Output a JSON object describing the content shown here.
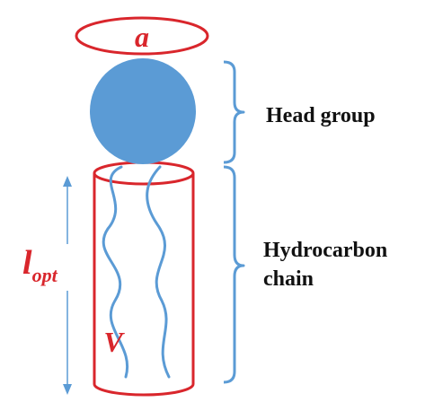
{
  "labels": {
    "area_symbol": "a",
    "length_main": "l",
    "length_sub": "opt",
    "volume_symbol": "V",
    "head_group": "Head group",
    "hydrocarbon_line1": "Hydrocarbon",
    "hydrocarbon_line2": "chain"
  },
  "colors": {
    "red": "#d9262c",
    "blue": "#5b9bd5",
    "text": "#111111",
    "background": "#ffffff"
  }
}
